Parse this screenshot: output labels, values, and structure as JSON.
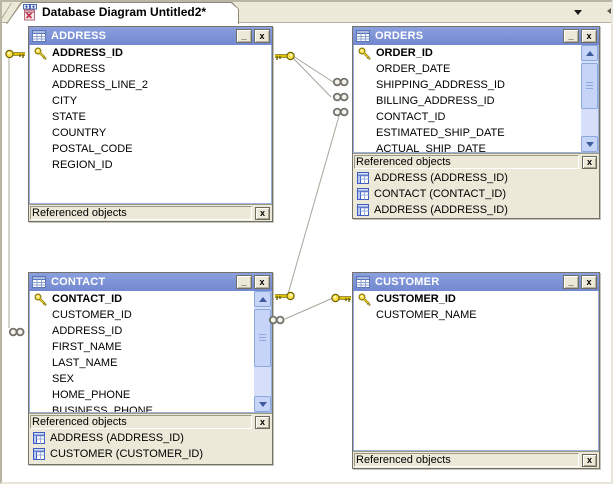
{
  "tab": {
    "title": "Database Diagram Untitled2*"
  },
  "tab_bar": {
    "dropdown_icon": "tab-list-dropdown",
    "edge_icon": "scroll-left-sliver"
  },
  "window_controls": {
    "minimize_glyph": "_",
    "close_glyph": "x"
  },
  "referenced_objects": {
    "header_label": "Referenced objects",
    "close_glyph": "x"
  },
  "tables": {
    "address": {
      "title": "ADDRESS",
      "columns": [
        "ADDRESS_ID",
        "ADDRESS",
        "ADDRESS_LINE_2",
        "CITY",
        "STATE",
        "COUNTRY",
        "POSTAL_CODE",
        "REGION_ID"
      ],
      "primary_key": "ADDRESS_ID",
      "referenced_objects": []
    },
    "orders": {
      "title": "ORDERS",
      "columns": [
        "ORDER_ID",
        "ORDER_DATE",
        "SHIPPING_ADDRESS_ID",
        "BILLING_ADDRESS_ID",
        "CONTACT_ID",
        "ESTIMATED_SHIP_DATE",
        "ACTUAL_SHIP_DATE"
      ],
      "primary_key": "ORDER_ID",
      "referenced_objects": [
        "ADDRESS (ADDRESS_ID)",
        "CONTACT (CONTACT_ID)",
        "ADDRESS (ADDRESS_ID)"
      ]
    },
    "contact": {
      "title": "CONTACT",
      "columns": [
        "CONTACT_ID",
        "CUSTOMER_ID",
        "ADDRESS_ID",
        "FIRST_NAME",
        "LAST_NAME",
        "SEX",
        "HOME_PHONE",
        "BUSINESS_PHONE"
      ],
      "primary_key": "CONTACT_ID",
      "referenced_objects": [
        "ADDRESS (ADDRESS_ID)",
        "CUSTOMER (CUSTOMER_ID)"
      ]
    },
    "customer": {
      "title": "CUSTOMER",
      "columns": [
        "CUSTOMER_ID",
        "CUSTOMER_NAME"
      ],
      "primary_key": "CUSTOMER_ID",
      "referenced_objects": []
    }
  },
  "relationships": [
    {
      "from": "ADDRESS.ADDRESS_ID",
      "to": "CONTACT.ADDRESS_ID"
    },
    {
      "from": "ADDRESS.ADDRESS_ID",
      "to": "ORDERS.SHIPPING_ADDRESS_ID"
    },
    {
      "from": "ADDRESS.ADDRESS_ID",
      "to": "ORDERS.BILLING_ADDRESS_ID"
    },
    {
      "from": "CONTACT.CONTACT_ID",
      "to": "ORDERS.CONTACT_ID"
    },
    {
      "from": "CUSTOMER.CUSTOMER_ID",
      "to": "CONTACT.CUSTOMER_ID"
    }
  ],
  "icons": {
    "tab": "database-diagram-icon",
    "table_title": "table-grid-icon",
    "primary_key": "key-icon",
    "many_end": "infinity-icon",
    "referenced_object": "table-icon"
  },
  "colors": {
    "titlebar_blue": "#7E95D8",
    "panel_tan": "#ECE9D8",
    "column_border_blue": "#9CB0DC",
    "scrollbar_blue": "#C6D4F8",
    "key_gold": "#FFD84D",
    "connector_gray": "#A8A49A"
  }
}
